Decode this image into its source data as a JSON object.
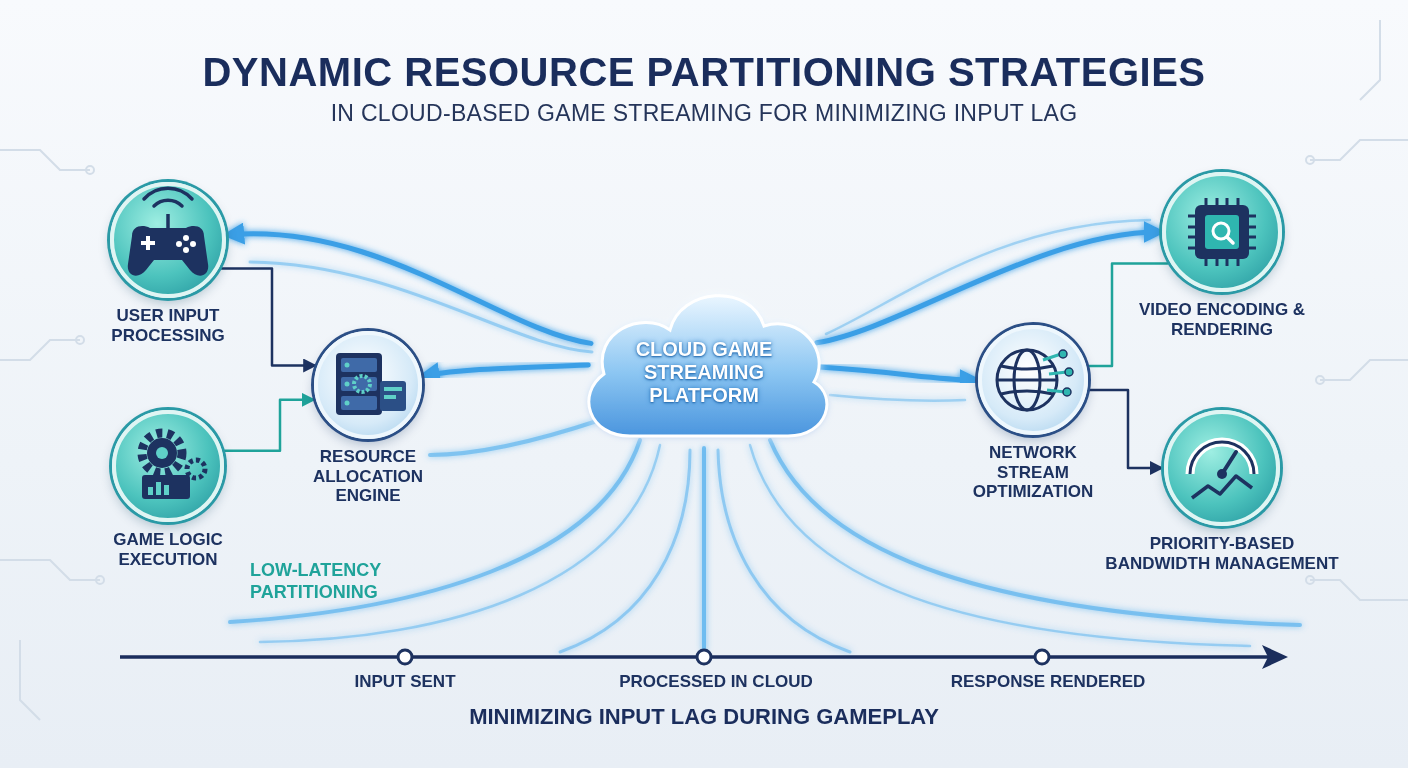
{
  "diagram": {
    "title": "DYNAMIC RESOURCE PARTITIONING STRATEGIES",
    "caption": "MINIMIZING INPUT LAG DURING GAMEPLAY",
    "nodes": [
      {
        "text": [
          "USER INPUT PROCESSING"
        ]
      },
      {
        "text": [
          "GAME LOGIC EXECUTION"
        ]
      },
      {
        "text": [
          "RESOURCE ALLOCATION ENGINE"
        ]
      },
      {
        "text": [
          "CLOUD GAME STREAMING PLATFORM"
        ]
      },
      {
        "text": [
          "NETWORK STREAM OPTIMIZATION"
        ]
      },
      {
        "text": [
          "VIDEO ENCODING & RENDERING"
        ]
      },
      {
        "text": [
          "PRIORITY-BASED BANDWIDTH MANAGEMENT"
        ]
      }
    ],
    "edges": [
      {
        "from": 0,
        "to": 2,
        "arrow": "to"
      },
      {
        "from": 1,
        "to": 2,
        "arrow": "to"
      },
      {
        "from": 3,
        "to": 0,
        "arrow": "to"
      },
      {
        "from": 3,
        "to": 2,
        "arrow": "to"
      },
      {
        "from": 3,
        "to": 5,
        "arrow": "to"
      },
      {
        "from": 3,
        "to": 4,
        "arrow": "to"
      },
      {
        "from": 4,
        "to": 5,
        "arrow": "none"
      },
      {
        "from": 4,
        "to": 6,
        "arrow": "to"
      }
    ],
    "labels": [
      "IN CLOUD-BASED GAME STREAMING FOR MINIMIZING INPUT LAG",
      "LOW-LATENCY PARTITIONING",
      "INPUT SENT",
      "PROCESSED IN CLOUD",
      "RESPONSE RENDERED"
    ]
  }
}
